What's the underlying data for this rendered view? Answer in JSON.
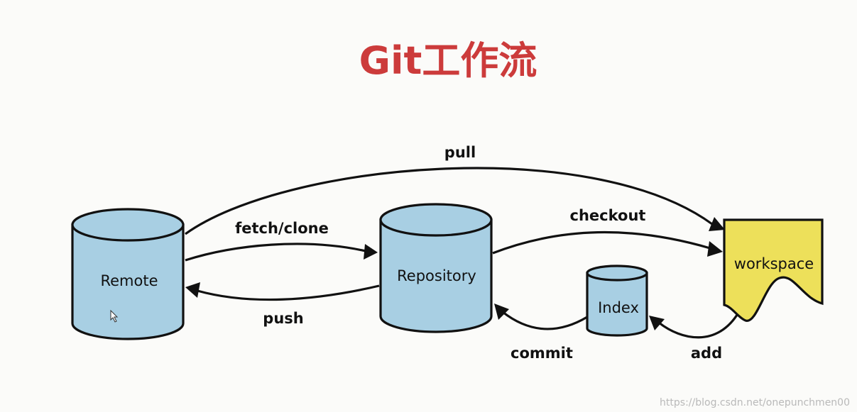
{
  "title": "Git工作流",
  "colors": {
    "title": "#cc3b3b",
    "cylinder_fill": "#a8cfe3",
    "workspace_fill": "#ede05a",
    "stroke": "#111111"
  },
  "nodes": {
    "remote": {
      "label": "Remote"
    },
    "repository": {
      "label": "Repository"
    },
    "index": {
      "label": "Index"
    },
    "workspace": {
      "label": "workspace"
    }
  },
  "edges": {
    "pull": {
      "label": "pull"
    },
    "fetch_clone": {
      "label": "fetch/clone"
    },
    "push": {
      "label": "push"
    },
    "checkout": {
      "label": "checkout"
    },
    "commit": {
      "label": "commit"
    },
    "add": {
      "label": "add"
    }
  },
  "watermark": "https://blog.csdn.net/onepunchmen00"
}
